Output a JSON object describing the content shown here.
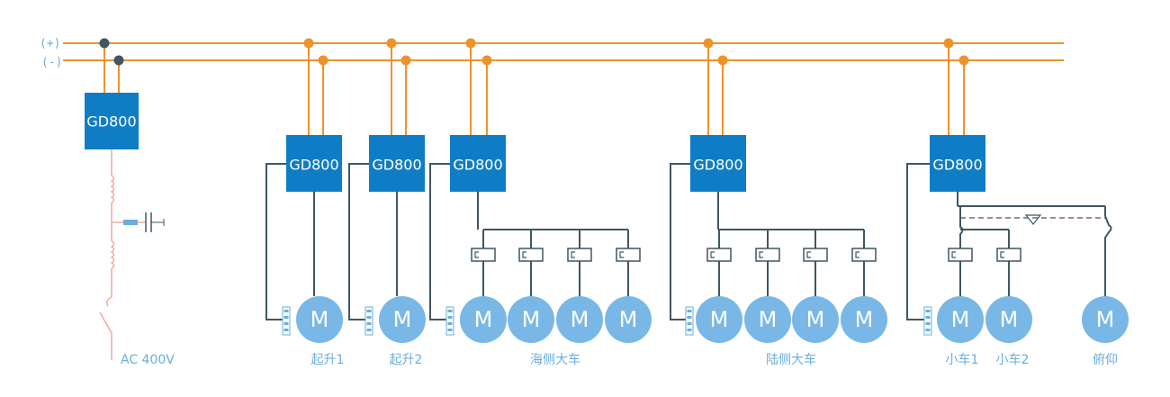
{
  "bus": {
    "positive_label": "(+)",
    "negative_label": "(-)"
  },
  "supply": {
    "drive_label": "GD800",
    "ac_label": "AC  400V"
  },
  "drives": [
    {
      "label": "GD800",
      "motors": [
        "M"
      ],
      "name": "起升1"
    },
    {
      "label": "GD800",
      "motors": [
        "M"
      ],
      "name": "起升2"
    },
    {
      "label": "GD800",
      "motors": [
        "M",
        "M",
        "M",
        "M"
      ],
      "name": "海侧大车"
    },
    {
      "label": "GD800",
      "motors": [
        "M",
        "M",
        "M",
        "M"
      ],
      "name": "陆侧大车"
    },
    {
      "label": "GD800",
      "motors": [
        "M",
        "M",
        "M"
      ],
      "names": [
        "小车1",
        "小车2",
        "俯仰"
      ]
    }
  ],
  "colors": {
    "bus": "#f0922c",
    "drive_box": "#0f7dc6",
    "motor": "#79b8e6",
    "wire": "#3f5763",
    "label": "#6aaede",
    "ac_line": "#f2a8a4"
  }
}
